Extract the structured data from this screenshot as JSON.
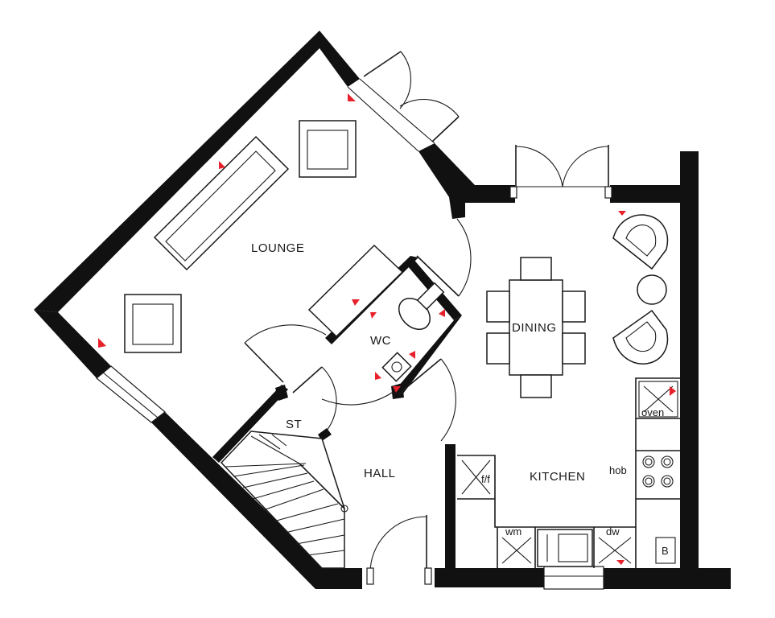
{
  "rooms": {
    "lounge": "LOUNGE",
    "dining": "DINING",
    "wc": "WC",
    "st": "ST",
    "hall": "HALL",
    "kitchen": "KITCHEN"
  },
  "appliances": {
    "oven": "oven",
    "hob": "hob",
    "fridge": "f/f",
    "washing_machine": "wm",
    "dishwasher": "dw",
    "boiler": "B"
  },
  "colors": {
    "wall": "#111111",
    "marker": "#e8202a",
    "line": "#1a1a1a"
  }
}
